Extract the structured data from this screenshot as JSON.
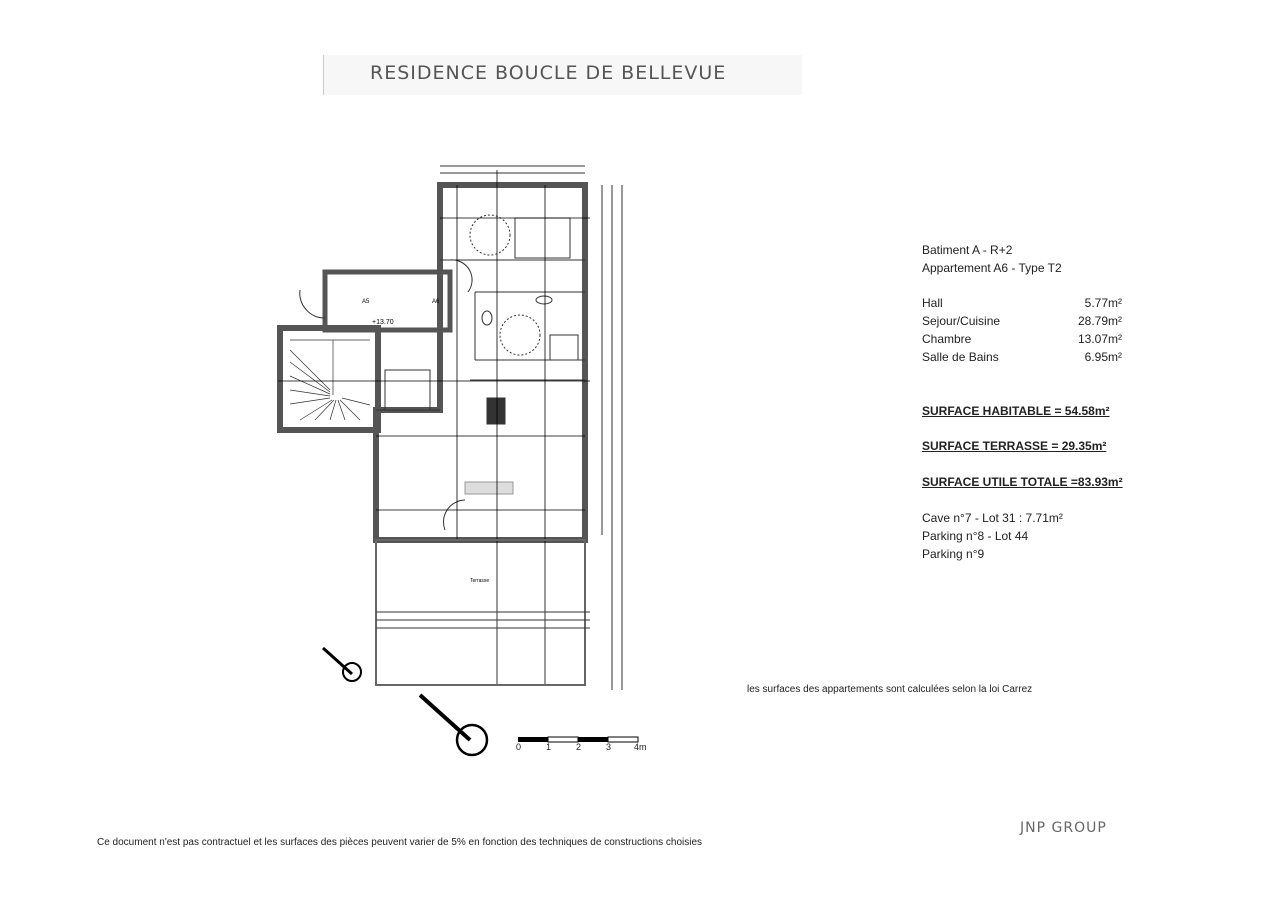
{
  "title": "RESIDENCE BOUCLE DE BELLEVUE",
  "info": {
    "building": "Batiment A - R+2",
    "apartment": "Appartement A6 - Type T2",
    "rooms": [
      {
        "name": "Hall",
        "area": "5.77m²"
      },
      {
        "name": "Sejour/Cuisine",
        "area": "28.79m²"
      },
      {
        "name": "Chambre",
        "area": "13.07m²"
      },
      {
        "name": "Salle de Bains",
        "area": "6.95m²"
      }
    ],
    "surface_habitable": "SURFACE HABITABLE = 54.58m²",
    "surface_terrasse": "SURFACE TERRASSE = 29.35m²",
    "surface_totale": "SURFACE UTILE TOTALE =83.93m²",
    "annexes": [
      "Cave n°7 - Lot 31 : 7.71m²",
      "Parking n°8 - Lot 44",
      "Parking n°9"
    ]
  },
  "plan": {
    "level": "+13.70",
    "door_a5": "A5",
    "door_a6": "A6",
    "terrace": "Terrasse"
  },
  "scale": [
    "0",
    "1",
    "2",
    "3",
    "4m"
  ],
  "carrez_note": "les surfaces des appartements sont calculées selon la loi Carrez",
  "footer_note": "Ce document n'est pas contractuel et les surfaces des pièces peuvent varier de 5% en fonction des techniques de constructions choisies",
  "company": "JNP GROUP"
}
